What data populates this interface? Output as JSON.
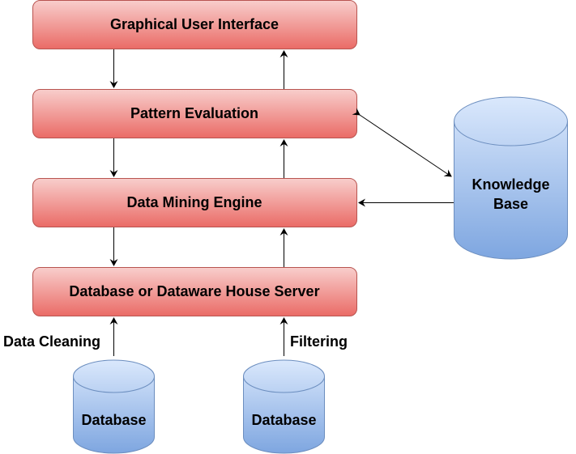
{
  "diagram": {
    "title": "Data Mining System Architecture",
    "layers": [
      {
        "id": "gui",
        "label": "Graphical User Interface"
      },
      {
        "id": "pattern",
        "label": "Pattern Evaluation"
      },
      {
        "id": "engine",
        "label": "Data Mining Engine"
      },
      {
        "id": "server",
        "label": "Database or Dataware House Server"
      }
    ],
    "knowledge_base": {
      "line1": "Knowledge",
      "line2": "Base"
    },
    "sources": [
      {
        "label": "Database",
        "edge_label": "Data Cleaning"
      },
      {
        "label": "Database",
        "edge_label": "Filtering"
      }
    ],
    "colors": {
      "box_fill_top": "#f8cecc",
      "box_fill_bottom": "#ea6b66",
      "box_stroke": "#b85450",
      "cyl_fill_top": "#dae8fc",
      "cyl_fill_bottom": "#7ea6e0",
      "cyl_stroke": "#6c8ebf"
    }
  }
}
